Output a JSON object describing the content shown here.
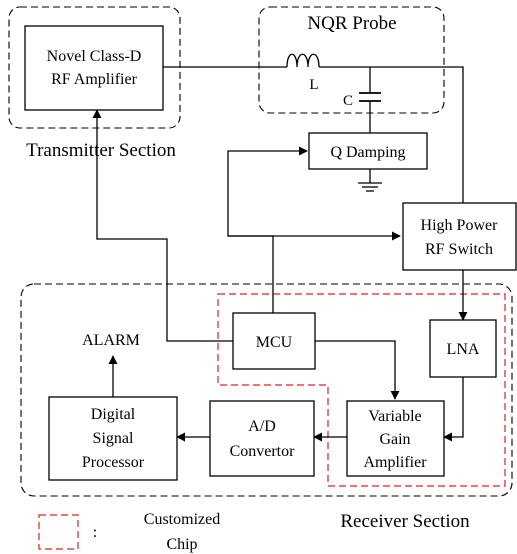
{
  "sections": {
    "transmitter": "Transmitter Section",
    "probe": "NQR Probe",
    "receiver": "Receiver Section"
  },
  "blocks": {
    "amplifier": [
      "Novel Class-D",
      "RF Amplifier"
    ],
    "q_damping": "Q Damping",
    "rf_switch": [
      "High Power",
      "RF Switch"
    ],
    "mcu": "MCU",
    "lna": "LNA",
    "vga": [
      "Variable",
      "Gain",
      "Amplifier"
    ],
    "adc": [
      "A/D",
      "Convertor"
    ],
    "dsp": [
      "Digital",
      "Signal",
      "Processor"
    ]
  },
  "components": {
    "inductor": "L",
    "capacitor": "C"
  },
  "alarm": "ALARM",
  "legend": {
    "separator": ":",
    "label": [
      "Customized",
      "Chip"
    ]
  },
  "colors": {
    "chip_outline": "#e0211f",
    "line": "#000000"
  }
}
